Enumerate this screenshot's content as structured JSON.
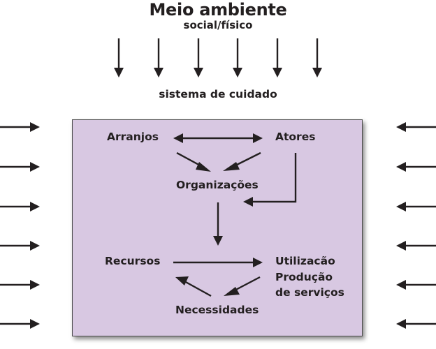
{
  "header": {
    "title": "Meio ambiente",
    "subtitle": "social/físico",
    "system_label": "sistema de cuidado"
  },
  "nodes": {
    "arranjos": "Arranjos",
    "atores": "Atores",
    "organizacoes": "Organizações",
    "recursos": "Recursos",
    "utilizacao": "Utilizacão",
    "producao": "Produção",
    "de_servicos": "de serviços",
    "necessidades": "Necessidades"
  },
  "colors": {
    "box_fill": "#d8c8e2",
    "ink": "#231f20"
  }
}
